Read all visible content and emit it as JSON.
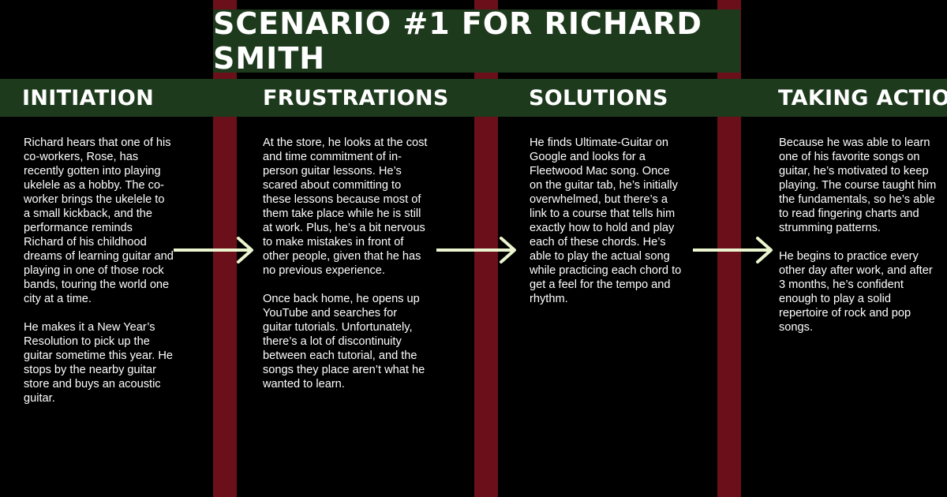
{
  "title": "Scenario #1 for Richard Smith",
  "colors": {
    "background": "#000000",
    "band": "#1e3a1d",
    "stripe": "#6b0f1a",
    "arrow": "#ebf5cf",
    "text": "#ffffff"
  },
  "stages": [
    {
      "heading": "Initiation",
      "paragraphs": [
        "Richard hears that one of his co-workers, Rose, has recently gotten into playing ukelele as a hobby. The co-worker brings the ukelele to a small kickback, and the performance reminds Richard of his childhood dreams of learning guitar and playing in one of those rock bands, touring the world one city at a time.",
        "He makes it a New Year’s Resolution to pick up the guitar sometime this year. He stops by the nearby guitar store and buys an acoustic guitar."
      ]
    },
    {
      "heading": "Frustrations",
      "paragraphs": [
        "At the store, he looks at the cost and time commitment of in-person guitar lessons. He’s scared about committing to these lessons because most of them take place while he is still at work. Plus, he’s a bit nervous to make mistakes in front of other people, given that he has no previous experience.",
        "Once back home, he opens up YouTube and searches for guitar tutorials. Unfortunately, there’s a lot of discontinuity between each tutorial, and the songs they place aren’t what he wanted to learn."
      ]
    },
    {
      "heading": "Solutions",
      "paragraphs": [
        "He finds Ultimate-Guitar on Google and looks for a Fleetwood Mac song. Once on the guitar tab, he’s initially overwhelmed, but there’s a link to a course that tells him exactly how to hold and play each of these chords. He’s able to play the actual song while practicing each chord to get a feel for the tempo and rhythm."
      ]
    },
    {
      "heading": "Taking Action",
      "paragraphs": [
        "Because he was able to learn one of his favorite songs on guitar, he’s motivated to keep playing. The course taught him the fundamentals, so he’s able to read fingering charts and strumming patterns.",
        "He begins to practice every other day after work, and after 3 months, he’s confident enough to play a solid repertoire of rock and pop songs."
      ]
    }
  ]
}
